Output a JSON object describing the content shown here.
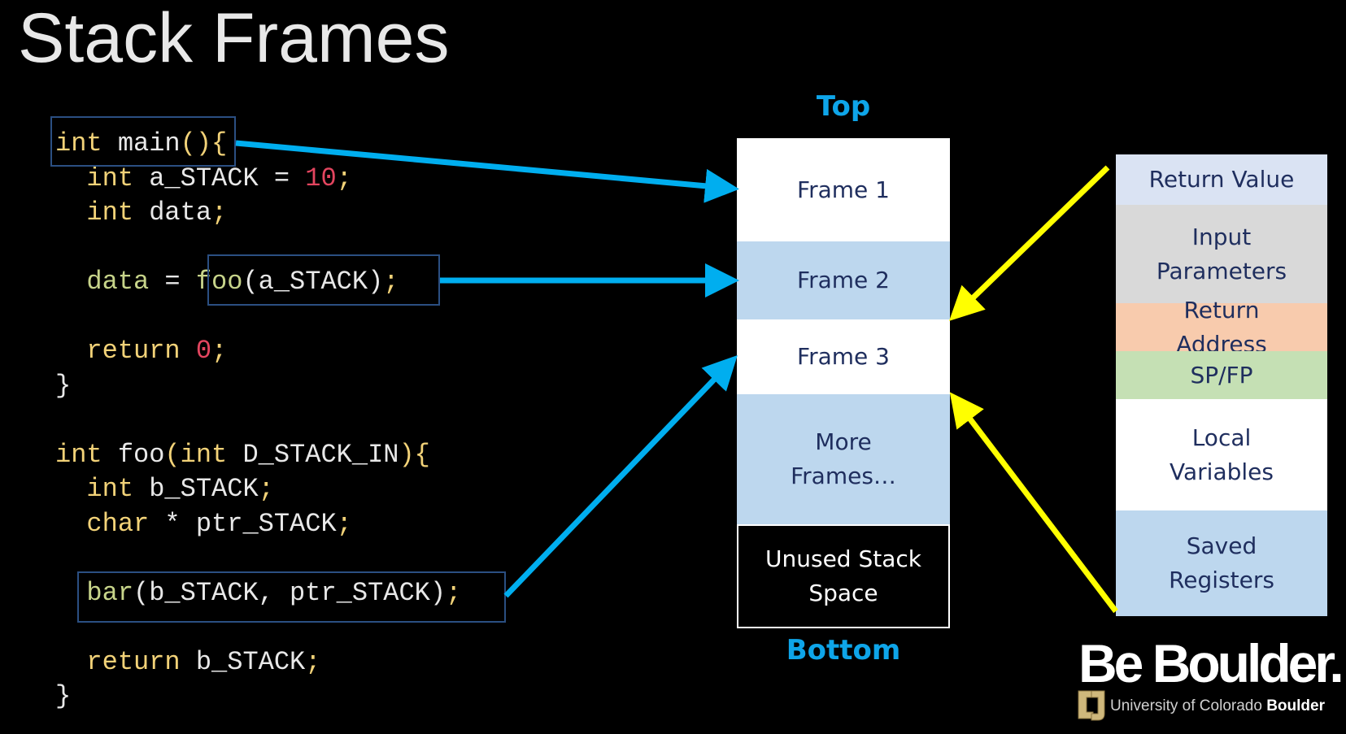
{
  "slide": {
    "title": "Stack Frames"
  },
  "code": {
    "lines": [
      [
        [
          "kw",
          "int "
        ],
        [
          "var",
          "main"
        ],
        [
          "punc",
          "(){"
        ]
      ],
      [
        [
          "kw",
          "  int "
        ],
        [
          "var",
          "a_STACK = "
        ],
        [
          "num",
          "10"
        ],
        [
          "punc",
          ";"
        ]
      ],
      [
        [
          "kw",
          "  int "
        ],
        [
          "var",
          "data"
        ],
        [
          "punc",
          ";"
        ]
      ],
      [],
      [
        [
          "fn",
          "  data "
        ],
        [
          "var",
          "= "
        ],
        [
          "fn",
          "foo"
        ],
        [
          "var",
          "(a_STACK)"
        ],
        [
          "punc",
          ";"
        ]
      ],
      [],
      [
        [
          "kw",
          "  return "
        ],
        [
          "num",
          "0"
        ],
        [
          "punc",
          ";"
        ]
      ],
      [
        [
          "var",
          "}"
        ]
      ],
      [],
      [
        [
          "kw",
          "int "
        ],
        [
          "var",
          "foo"
        ],
        [
          "punc",
          "("
        ],
        [
          "kw",
          "int "
        ],
        [
          "var",
          "D_STACK_IN"
        ],
        [
          "punc",
          "){"
        ]
      ],
      [
        [
          "kw",
          "  int "
        ],
        [
          "var",
          "b_STACK"
        ],
        [
          "punc",
          ";"
        ]
      ],
      [
        [
          "kw",
          "  char "
        ],
        [
          "var",
          "* ptr_STACK"
        ],
        [
          "punc",
          ";"
        ]
      ],
      [],
      [
        [
          "fn",
          "  bar"
        ],
        [
          "var",
          "(b_STACK, ptr_STACK)"
        ],
        [
          "punc",
          ";"
        ]
      ],
      [],
      [
        [
          "kw",
          "  return "
        ],
        [
          "var",
          "b_STACK"
        ],
        [
          "punc",
          ";"
        ]
      ],
      [
        [
          "var",
          "}"
        ]
      ]
    ]
  },
  "stack": {
    "top_label": "Top",
    "bottom_label": "Bottom",
    "cells": [
      {
        "label": "Frame 1",
        "bg": "#ffffff"
      },
      {
        "label": "Frame 2",
        "bg": "#bdd7ee"
      },
      {
        "label": "Frame 3",
        "bg": "#ffffff"
      },
      {
        "label": "More Frames…",
        "bg": "#bdd7ee"
      },
      {
        "label": "Unused Stack Space",
        "bg": "#000000"
      }
    ]
  },
  "frame_layout": {
    "cells": [
      {
        "label": "Return Value",
        "bg": "#dae3f3"
      },
      {
        "label": "Input Parameters",
        "bg": "#d9d9d9"
      },
      {
        "label": "Return Address",
        "bg": "#f8cbad"
      },
      {
        "label": "SP/FP",
        "bg": "#c5e0b4"
      },
      {
        "label": "Local Variables",
        "bg": "#ffffff"
      },
      {
        "label": "Saved Registers",
        "bg": "#bdd7ee"
      }
    ]
  },
  "colors": {
    "call_arrow": "#00aeef",
    "frame_arrow": "#ffff00",
    "label_blue": "#0ea5e9",
    "cell_text": "#1f2e5e"
  },
  "logo": {
    "main": "Be Boulder.",
    "sub_prefix": "University of Colorado ",
    "sub_bold": "Boulder"
  }
}
